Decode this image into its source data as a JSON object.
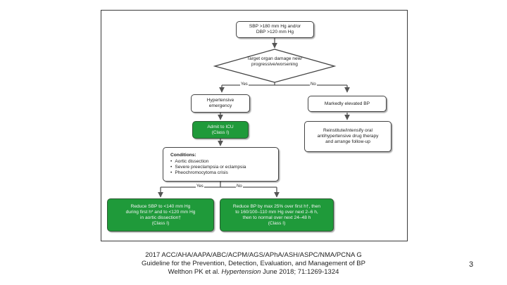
{
  "flowchart": {
    "start": [
      "SBP >180 mm Hg and/or",
      "DBP >120 mm Hg"
    ],
    "decision": [
      "Target organ damage new/",
      "progressive/worsening"
    ],
    "yes_label": "Yes",
    "no_label": "No",
    "emergency": [
      "Hypertensive",
      "emergency"
    ],
    "elevated": "Markedly elevated BP",
    "admit": [
      "Admit to ICU",
      "(Class I)"
    ],
    "reinstitute": [
      "Reinstitute/intensify oral",
      "antihypertensive drug therapy",
      "and arrange follow-up"
    ],
    "conditions_title": "Conditions:",
    "conditions": [
      "Aortic dissection",
      "Severe preeclampsia or eclampsia",
      "Pheochromocytoma crisis"
    ],
    "yes_label_2": "Yes",
    "no_label_2": "No",
    "reduce_sbp": [
      "Reduce SBP to <140 mm Hg",
      "during first h* and to <120 mm Hg",
      "in aortic dissection†",
      "(Class I)"
    ],
    "reduce_bp": [
      "Reduce BP by max 25% over first h†, then",
      "to 160/100–110 mm Hg over next 2–6 h,",
      "then to normal over next 24–48 h",
      "(Class I)"
    ],
    "colors": {
      "green": "#1f9a3a",
      "border": "#444444",
      "arrow": "#555555"
    }
  },
  "citation": {
    "line1": "2017 ACC/AHA/AAPA/ABC/ACPM/AGS/APhA/ASH/ASPC/NMA/PCNA G",
    "line2": "Guideline for the Prevention, Detection, Evaluation, and Management  of BP",
    "line3_pre": "Welthon PK et al. ",
    "line3_journal": "Hypertension",
    "line3_post": " June 2018; 71:1269-1324"
  },
  "slide_number": "3"
}
